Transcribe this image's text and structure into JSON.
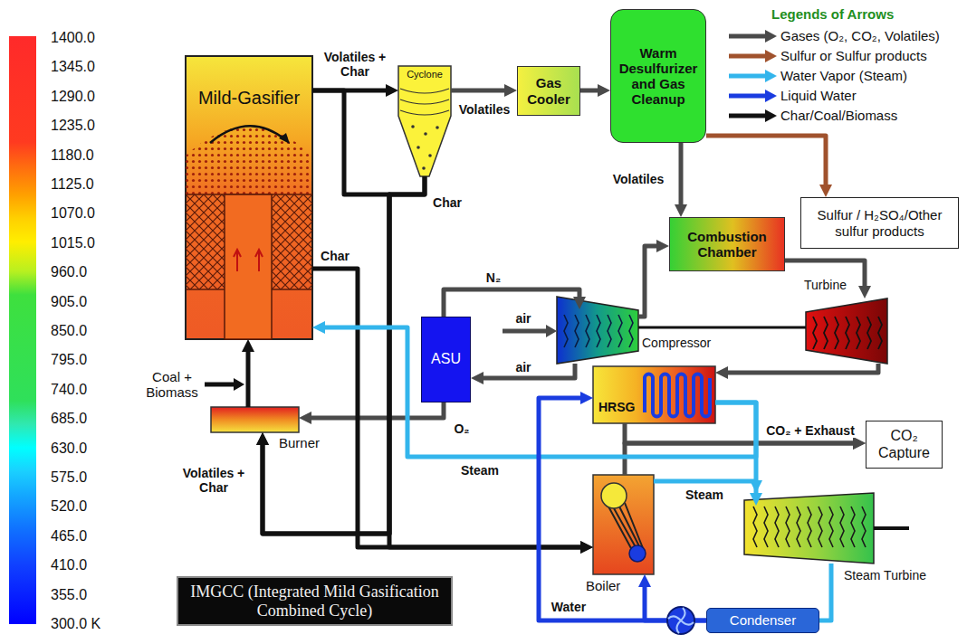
{
  "diagram": {
    "title": "IMGCC (Integrated Mild Gasification Combined Cycle)",
    "nodes": [
      {
        "text": [
          "Mild-Gasifier"
        ]
      },
      {
        "text": [
          "Cyclone"
        ]
      },
      {
        "text": [
          "Gas Cooler"
        ]
      },
      {
        "text": [
          "Warm Desulfurizer and Gas Cleanup"
        ]
      },
      {
        "text": [
          "Sulfur / H₂SO₄/Other sulfur products"
        ]
      },
      {
        "text": [
          "Combustion Chamber"
        ]
      },
      {
        "text": [
          "Turbine"
        ]
      },
      {
        "text": [
          "ASU"
        ]
      },
      {
        "text": [
          "Compressor"
        ]
      },
      {
        "text": [
          "HRSG"
        ]
      },
      {
        "text": [
          "CO₂ Capture"
        ]
      },
      {
        "text": [
          "Burner"
        ]
      },
      {
        "text": [
          "Boiler"
        ]
      },
      {
        "text": [
          "Steam Turbine"
        ]
      },
      {
        "text": [
          "Condenser"
        ]
      }
    ],
    "edges": [
      {
        "from": 0,
        "to": 1,
        "arrow": "to",
        "label": "Volatiles + Char"
      },
      {
        "from": 1,
        "to": 2,
        "arrow": "to",
        "label": "Volatiles"
      },
      {
        "from": 2,
        "to": 3,
        "arrow": "to"
      },
      {
        "from": 3,
        "to": 4,
        "arrow": "to"
      },
      {
        "from": 3,
        "to": 5,
        "arrow": "to",
        "label": "Volatiles"
      },
      {
        "from": 8,
        "to": 5,
        "arrow": "to"
      },
      {
        "from": 5,
        "to": 6,
        "arrow": "to"
      },
      {
        "from": 6,
        "to": 9,
        "arrow": "to"
      },
      {
        "from": 9,
        "to": 10,
        "arrow": "to",
        "label": "CO₂ + Exhaust"
      },
      {
        "from": 12,
        "to": 10,
        "arrow": "to"
      },
      {
        "from": 7,
        "to": 8,
        "arrow": "to",
        "label": "N₂"
      },
      {
        "from": 8,
        "to": 7,
        "arrow": "to",
        "label": "air"
      },
      {
        "from": 7,
        "to": 11,
        "arrow": "to",
        "label": "O₂"
      },
      {
        "from": 11,
        "to": 0,
        "arrow": "to"
      },
      {
        "from": 1,
        "to": 11,
        "arrow": "to",
        "label": "Char"
      },
      {
        "from": 0,
        "to": 11,
        "arrow": "to",
        "label": "Volatiles + Char"
      },
      {
        "from": 1,
        "to": 12,
        "arrow": "to"
      },
      {
        "from": 0,
        "to": 12,
        "arrow": "to",
        "label": "Char"
      },
      {
        "from": 9,
        "to": 0,
        "arrow": "to",
        "label": "Steam"
      },
      {
        "from": 9,
        "to": 13,
        "arrow": "to"
      },
      {
        "from": 12,
        "to": 13,
        "arrow": "to",
        "label": "Steam"
      },
      {
        "from": 13,
        "to": 14,
        "arrow": "to"
      },
      {
        "from": 14,
        "to": 12,
        "arrow": "to",
        "label": "Water"
      },
      {
        "from": 14,
        "to": 9,
        "arrow": "to"
      }
    ],
    "labels": [
      "Legends of Arrows",
      "1400.0",
      "1345.0",
      "1290.0",
      "1235.0",
      "1180.0",
      "1125.0",
      "1070.0",
      "1015.0",
      "960.0",
      "905.0",
      "850.0",
      "795.0",
      "740.0",
      "685.0",
      "630.0",
      "575.0",
      "520.0",
      "465.0",
      "410.0",
      "355.0",
      "300.0 K",
      "Coal + Biomass",
      "air"
    ],
    "legend": [
      {
        "text": "Gases (O₂, CO₂, Volatiles)"
      },
      {
        "text": "Sulfur or Sulfur products"
      },
      {
        "text": "Water Vapor (Steam)"
      },
      {
        "text": "Liquid Water"
      },
      {
        "text": "Char/Coal/Biomass"
      }
    ]
  }
}
